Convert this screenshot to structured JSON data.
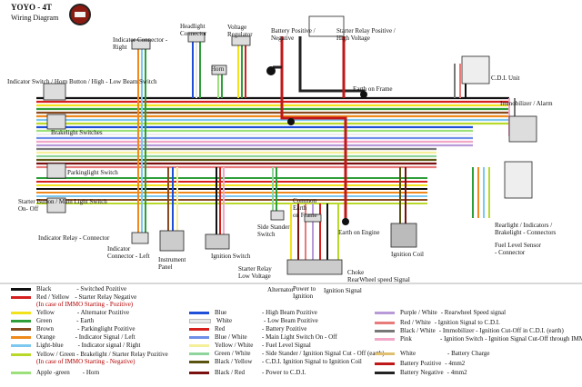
{
  "title": {
    "brand": "YOYO -  4T",
    "subtitle": "Wiring Diagram"
  },
  "components": {
    "indicator_connector_right": "Indicator Connector -\nRight",
    "headlight_connector": "Headlight\nConnector",
    "voltage_regulator": "Voltage\nRegulator",
    "battery": "Battery Positive /\nNegative",
    "starter_relay": "Starter Relay Positive /\nHigh Voltage",
    "horn": "Horn",
    "indicator_switch": "Indicator Switch / Horn Button / High - Low Beam Switch",
    "earth_on_frame": "Earth on Frame",
    "cdi_unit": "C.D.I. Unit",
    "immobilizer": "Immobilizer / Alarm",
    "brakelight_switches": "Brakelight Switches",
    "parkinglight_switch": "Parkinglight Switch",
    "starter_button": "Starter Button / Main Light Switch\nOn- Off",
    "common_earth": "Common\nEarth\non Frame",
    "side_stander": "Side Stander\nSwitch",
    "earth_on_engine": "Earth on Engine",
    "indicator_relay": "Indicator Relay - Connector",
    "indicator_connector_left": "Indicator\nConnector - Left",
    "instrument_panel": "Instrument\nPanel",
    "ignition_switch": "Ignition Switch",
    "ignition_coil": "Ignition Coil",
    "starter_relay_low": "Starter Relay\nLow Voltage",
    "choke": "Choke",
    "rearwheel_sensor": "RearWheel speed Signal",
    "alternator": "Alternator",
    "power_to_ignition": "Power to\nIgnition",
    "ignition_signal": "Ignition Signal",
    "rearlight": "Rearlight / Indicators /\nBrakelight - Connectors",
    "fuel_sensor": "Fuel Level Sensor\n- Connector"
  },
  "legend": {
    "col1": [
      {
        "name": "Black",
        "desc": "- Switched Pozitive",
        "color": "#111111"
      },
      {
        "name": "Red / Yellow",
        "desc": "- Starter Relay Negative",
        "color": "#d62020",
        "note": "(In case of IMMO Starting - Pozitive)"
      },
      {
        "name": "Yellow",
        "desc": "- Alternator Pozitive",
        "color": "#f2e21c"
      },
      {
        "name": "Green",
        "desc": "- Earth",
        "color": "#2e9e3a"
      },
      {
        "name": "Brown",
        "desc": "- Parkinglight Pozitive",
        "color": "#8a4b1f"
      },
      {
        "name": "Orange",
        "desc": "- Indicator Signal / Left",
        "color": "#f08a1c"
      },
      {
        "name": "Light-blue",
        "desc": "- Indicator signal / Right",
        "color": "#7cc8f0"
      },
      {
        "name": "Yellow / Green - Brakelight / Starter Relay Pozitive",
        "desc": "",
        "color": "#b8d82a",
        "note": "(In case of IMMO Starting - Negative)"
      },
      {
        "name": "Apple -green",
        "desc": "- Horn",
        "color": "#9be07a"
      }
    ],
    "col2": [
      {
        "name": "Blue",
        "desc": "- High Beam Pozitive",
        "color": "#1f4fd8"
      },
      {
        "name": "White",
        "desc": "- Low Beam Pozitive",
        "color": "#e8e8e8"
      },
      {
        "name": "Red",
        "desc": "- Battery Pozitive",
        "color": "#d62020"
      },
      {
        "name": "Blue / White",
        "desc": "- Main Light Switch On - Off",
        "color": "#6f8fe8"
      },
      {
        "name": "Yellow / White",
        "desc": "- Fuel Level Signal",
        "color": "#f5ef9a"
      },
      {
        "name": "Green / White",
        "desc": "- Side Stander / Ignition Signal Cut - Off (earth)",
        "color": "#8fd49a"
      },
      {
        "name": "Black / Yellow",
        "desc": "- C.D.I. Ignition Signal to Ignition Coil",
        "color": "#5a5410"
      },
      {
        "name": "Black / Red",
        "desc": "- Power to C.D.I.",
        "color": "#7a1010"
      }
    ],
    "col3": [
      {
        "name": "Purple / White",
        "desc": "- Rearwheel Speed signal",
        "color": "#b89ad8"
      },
      {
        "name": "Red / White",
        "desc": "- Ignition Signal to C.D.I.",
        "color": "#e87a7a"
      },
      {
        "name": "Black / White",
        "desc": "- Immobilizer - Ignition Cut-Off in C.D.I. (earth)",
        "color": "#777777"
      },
      {
        "name": "Pink",
        "desc": "- Ignition Switch - Ignition Signal Cut-Off through IMMO.",
        "color": "#f2a6c8"
      },
      {
        "name": "White",
        "desc": "- Battery Charge",
        "color": "#e0c070"
      },
      {
        "name": "Battery Pozitive",
        "desc": "- 4mm2",
        "color": "#c01818"
      },
      {
        "name": "Battery Negative",
        "desc": "- 4mm2",
        "color": "#222222"
      }
    ]
  }
}
